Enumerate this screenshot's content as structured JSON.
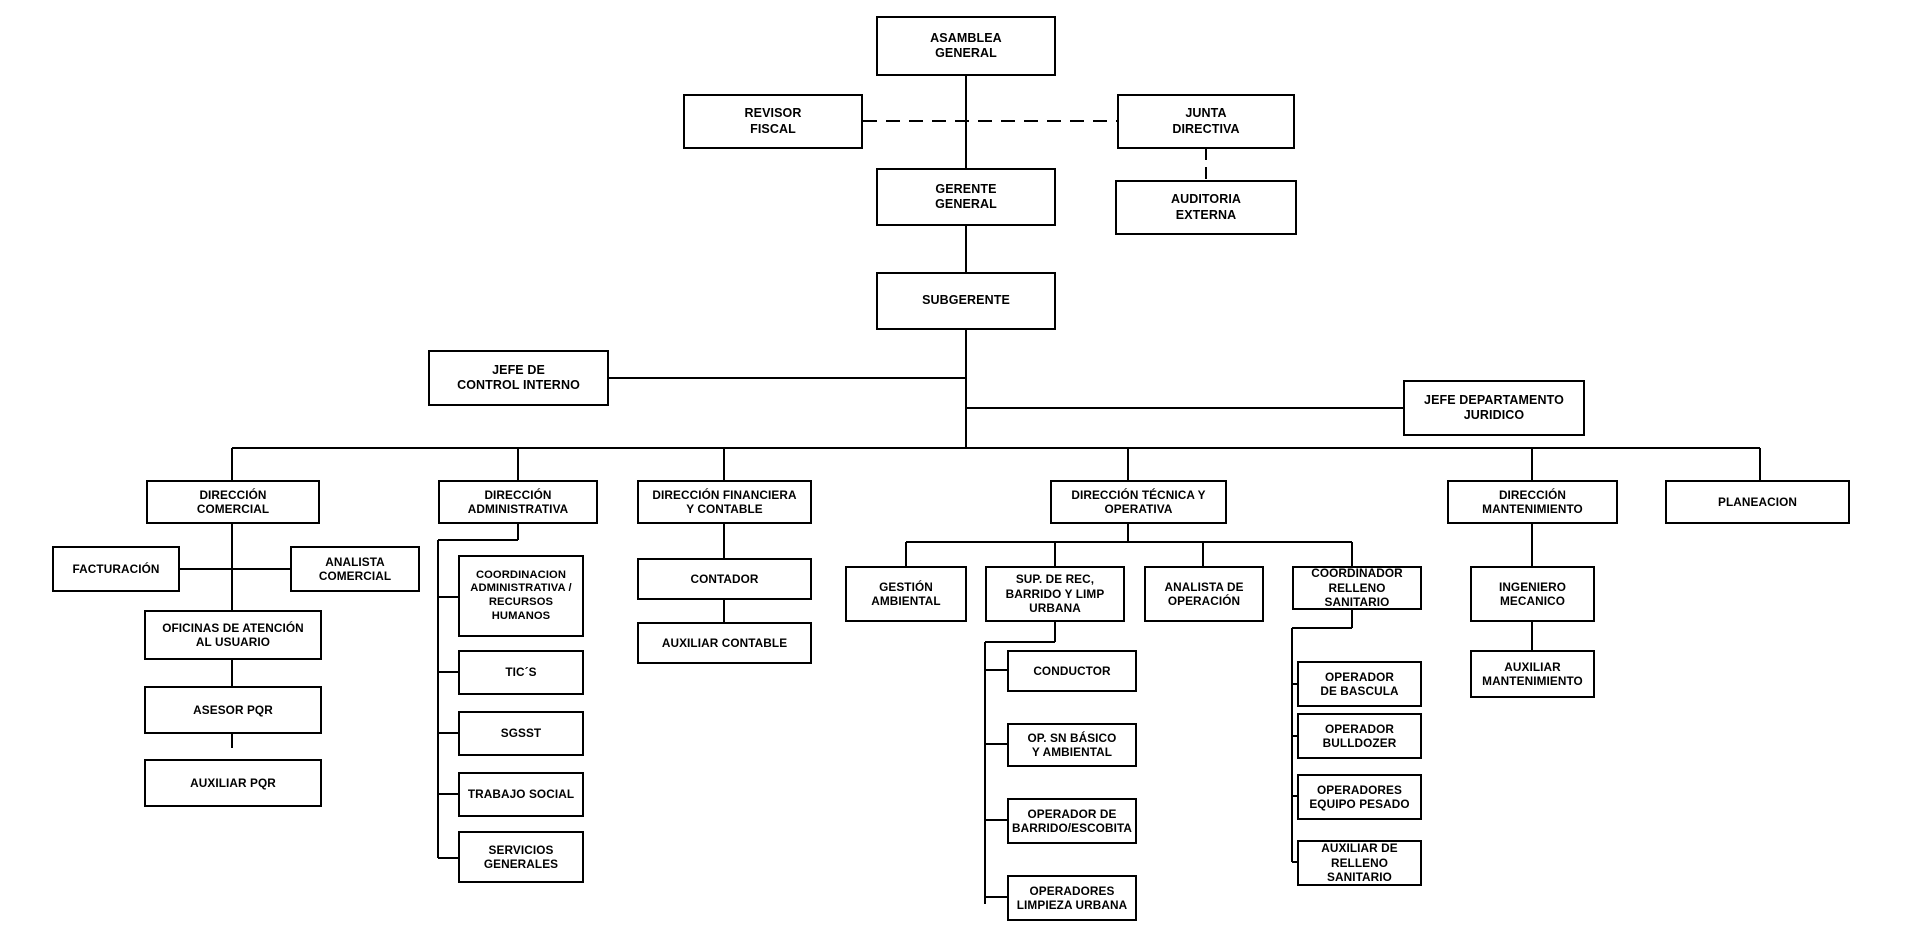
{
  "title": "Organigrama Empresa de Servicios Publicos",
  "colors": {
    "box_border": "#000000",
    "box_fill": "#ffffff",
    "line": "#000000",
    "text": "#000000"
  },
  "chart_data": {
    "type": "diagram",
    "diagram_type": "organizational-chart",
    "orientation": "top-down",
    "nodes": [
      {
        "id": "asamblea_general",
        "label": "ASAMBLEA\nGENERAL",
        "level": 0
      },
      {
        "id": "revisor_fiscal",
        "label": "REVISOR\nFISCAL",
        "level": 1
      },
      {
        "id": "junta_directiva",
        "label": "JUNTA\nDIRECTIVA",
        "level": 1
      },
      {
        "id": "auditoria_externa",
        "label": "AUDITORIA\nEXTERNA",
        "level": 2
      },
      {
        "id": "gerente_general",
        "label": "GERENTE\nGENERAL",
        "level": 2
      },
      {
        "id": "subgerente",
        "label": "SUBGERENTE",
        "level": 3
      },
      {
        "id": "jefe_control_interno",
        "label": "JEFE DE\nCONTROL INTERNO",
        "level": 4
      },
      {
        "id": "jefe_dpto_juridico",
        "label": "JEFE DEPARTAMENTO\nJURIDICO",
        "level": 4
      },
      {
        "id": "direccion_comercial",
        "label": "DIRECCIÓN\nCOMERCIAL",
        "level": 5
      },
      {
        "id": "direccion_administrativa",
        "label": "DIRECCIÓN\nADMINISTRATIVA",
        "level": 5
      },
      {
        "id": "direccion_financiera",
        "label": "DIRECCIÓN FINANCIERA\nY CONTABLE",
        "level": 5
      },
      {
        "id": "direccion_tecnica",
        "label": "DIRECCIÓN TÉCNICA Y\nOPERATIVA",
        "level": 5
      },
      {
        "id": "direccion_mantenimiento",
        "label": "DIRECCIÓN\nMANTENIMIENTO",
        "level": 5
      },
      {
        "id": "planeacion",
        "label": "PLANEACION",
        "level": 5
      },
      {
        "id": "facturacion",
        "label": "FACTURACIÓN",
        "level": 6
      },
      {
        "id": "analista_comercial",
        "label": "ANALISTA\nCOMERCIAL",
        "level": 6
      },
      {
        "id": "oficinas_atencion",
        "label": "OFICINAS DE ATENCIÓN\nAL USUARIO",
        "level": 7
      },
      {
        "id": "asesor_pqr",
        "label": "ASESOR PQR",
        "level": 8
      },
      {
        "id": "auxiliar_pqr",
        "label": "AUXILIAR PQR",
        "level": 9
      },
      {
        "id": "coordinacion_admin_rrhh",
        "label": "COORDINACION\nADMINISTRATIVA /\nRECURSOS\nHUMANOS",
        "level": 6
      },
      {
        "id": "tics",
        "label": "TIC´S",
        "level": 6
      },
      {
        "id": "sgsst",
        "label": "SGSST",
        "level": 6
      },
      {
        "id": "trabajo_social",
        "label": "TRABAJO SOCIAL",
        "level": 6
      },
      {
        "id": "servicios_generales",
        "label": "SERVICIOS\nGENERALES",
        "level": 6
      },
      {
        "id": "contador",
        "label": "CONTADOR",
        "level": 6
      },
      {
        "id": "auxiliar_contable",
        "label": "AUXILIAR CONTABLE",
        "level": 7
      },
      {
        "id": "gestion_ambiental",
        "label": "GESTIÓN\nAMBIENTAL",
        "level": 6
      },
      {
        "id": "sup_rec_barrido",
        "label": "SUP. DE REC,\nBARRIDO Y LIMP\nURBANA",
        "level": 6
      },
      {
        "id": "analista_operacion",
        "label": "ANALISTA DE\nOPERACIÓN",
        "level": 6
      },
      {
        "id": "coordinador_relleno",
        "label": "COORDINADOR\nRELLENO SANITARIO",
        "level": 6
      },
      {
        "id": "conductor",
        "label": "CONDUCTOR",
        "level": 7
      },
      {
        "id": "op_sn_basico",
        "label": "OP. SN BÁSICO\nY AMBIENTAL",
        "level": 7
      },
      {
        "id": "operador_barrido",
        "label": "OPERADOR DE\nBARRIDO/ESCOBITA",
        "level": 7
      },
      {
        "id": "operadores_limpieza",
        "label": "OPERADORES\nLIMPIEZA URBANA",
        "level": 7
      },
      {
        "id": "operador_bascula",
        "label": "OPERADOR\nDE BASCULA",
        "level": 7
      },
      {
        "id": "operador_bulldozer",
        "label": "OPERADOR\nBULLDOZER",
        "level": 7
      },
      {
        "id": "operadores_equipo_pesado",
        "label": "OPERADORES\nEQUIPO PESADO",
        "level": 7
      },
      {
        "id": "auxiliar_relleno",
        "label": "AUXILIAR DE\nRELLENO SANITARIO",
        "level": 7
      },
      {
        "id": "ingeniero_mecanico",
        "label": "INGENIERO\nMECANICO",
        "level": 6
      },
      {
        "id": "auxiliar_mantenimiento",
        "label": "AUXILIAR\nMANTENIMIENTO",
        "level": 7
      }
    ],
    "edges": [
      {
        "from": "asamblea_general",
        "to": "gerente_general",
        "style": "solid"
      },
      {
        "from": "revisor_fiscal",
        "to": "junta_directiva",
        "style": "dashed"
      },
      {
        "from": "junta_directiva",
        "to": "auditoria_externa",
        "style": "dashed"
      },
      {
        "from": "gerente_general",
        "to": "subgerente",
        "style": "solid"
      },
      {
        "from": "subgerente",
        "to": "jefe_control_interno",
        "style": "solid"
      },
      {
        "from": "subgerente",
        "to": "jefe_dpto_juridico",
        "style": "solid"
      },
      {
        "from": "subgerente",
        "to": "direccion_comercial",
        "style": "solid"
      },
      {
        "from": "subgerente",
        "to": "direccion_administrativa",
        "style": "solid"
      },
      {
        "from": "subgerente",
        "to": "direccion_financiera",
        "style": "solid"
      },
      {
        "from": "subgerente",
        "to": "direccion_tecnica",
        "style": "solid"
      },
      {
        "from": "subgerente",
        "to": "direccion_mantenimiento",
        "style": "solid"
      },
      {
        "from": "subgerente",
        "to": "planeacion",
        "style": "solid"
      },
      {
        "from": "direccion_comercial",
        "to": "facturacion",
        "style": "solid"
      },
      {
        "from": "direccion_comercial",
        "to": "analista_comercial",
        "style": "solid"
      },
      {
        "from": "direccion_comercial",
        "to": "oficinas_atencion",
        "style": "solid"
      },
      {
        "from": "oficinas_atencion",
        "to": "asesor_pqr",
        "style": "solid"
      },
      {
        "from": "asesor_pqr",
        "to": "auxiliar_pqr",
        "style": "solid"
      },
      {
        "from": "direccion_administrativa",
        "to": "coordinacion_admin_rrhh",
        "style": "solid"
      },
      {
        "from": "direccion_administrativa",
        "to": "tics",
        "style": "solid"
      },
      {
        "from": "direccion_administrativa",
        "to": "sgsst",
        "style": "solid"
      },
      {
        "from": "direccion_administrativa",
        "to": "trabajo_social",
        "style": "solid"
      },
      {
        "from": "direccion_administrativa",
        "to": "servicios_generales",
        "style": "solid"
      },
      {
        "from": "direccion_financiera",
        "to": "contador",
        "style": "solid"
      },
      {
        "from": "contador",
        "to": "auxiliar_contable",
        "style": "solid"
      },
      {
        "from": "direccion_tecnica",
        "to": "gestion_ambiental",
        "style": "solid"
      },
      {
        "from": "direccion_tecnica",
        "to": "sup_rec_barrido",
        "style": "solid"
      },
      {
        "from": "direccion_tecnica",
        "to": "analista_operacion",
        "style": "solid"
      },
      {
        "from": "direccion_tecnica",
        "to": "coordinador_relleno",
        "style": "solid"
      },
      {
        "from": "sup_rec_barrido",
        "to": "conductor",
        "style": "solid"
      },
      {
        "from": "sup_rec_barrido",
        "to": "op_sn_basico",
        "style": "solid"
      },
      {
        "from": "sup_rec_barrido",
        "to": "operador_barrido",
        "style": "solid"
      },
      {
        "from": "sup_rec_barrido",
        "to": "operadores_limpieza",
        "style": "solid"
      },
      {
        "from": "coordinador_relleno",
        "to": "operador_bascula",
        "style": "solid"
      },
      {
        "from": "coordinador_relleno",
        "to": "operador_bulldozer",
        "style": "solid"
      },
      {
        "from": "coordinador_relleno",
        "to": "operadores_equipo_pesado",
        "style": "solid"
      },
      {
        "from": "coordinador_relleno",
        "to": "auxiliar_relleno",
        "style": "solid"
      },
      {
        "from": "direccion_mantenimiento",
        "to": "ingeniero_mecanico",
        "style": "solid"
      },
      {
        "from": "ingeniero_mecanico",
        "to": "auxiliar_mantenimiento",
        "style": "solid"
      }
    ]
  }
}
